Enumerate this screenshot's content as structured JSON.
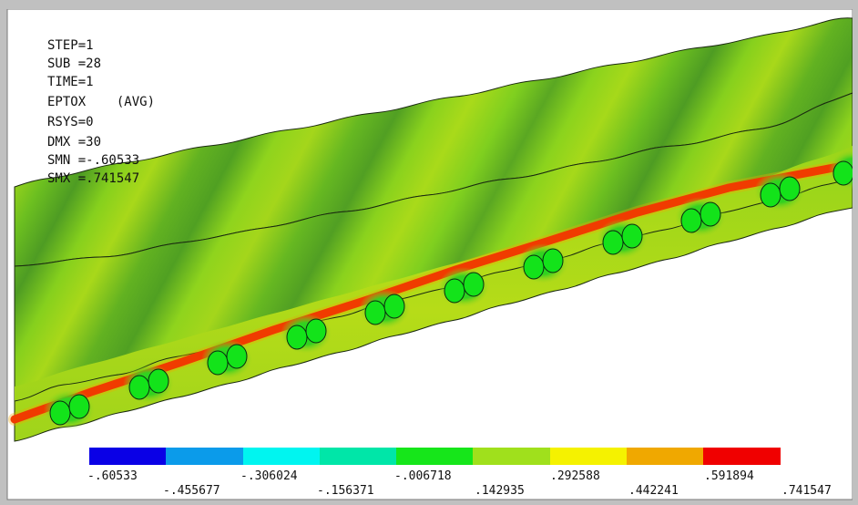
{
  "status_lines": [
    "STEP=1",
    "SUB =28",
    "TIME=1",
    "EPTOX    (AVG)",
    "RSYS=0",
    "DMX =30",
    "SMN =-.60533",
    "SMX =.741547"
  ],
  "legend": {
    "colors": [
      "#0a00e6",
      "#0b9bea",
      "#00f5f0",
      "#00e6a8",
      "#16e61a",
      "#a0e01c",
      "#f5f200",
      "#f0a800",
      "#f00000"
    ],
    "labels_top": [
      "-.60533",
      "-.306024",
      "-.006718",
      ".292588",
      ".591894"
    ],
    "labels_bottom": [
      "-.455677",
      "-.156371",
      ".142935",
      ".442241",
      ".741547"
    ]
  }
}
